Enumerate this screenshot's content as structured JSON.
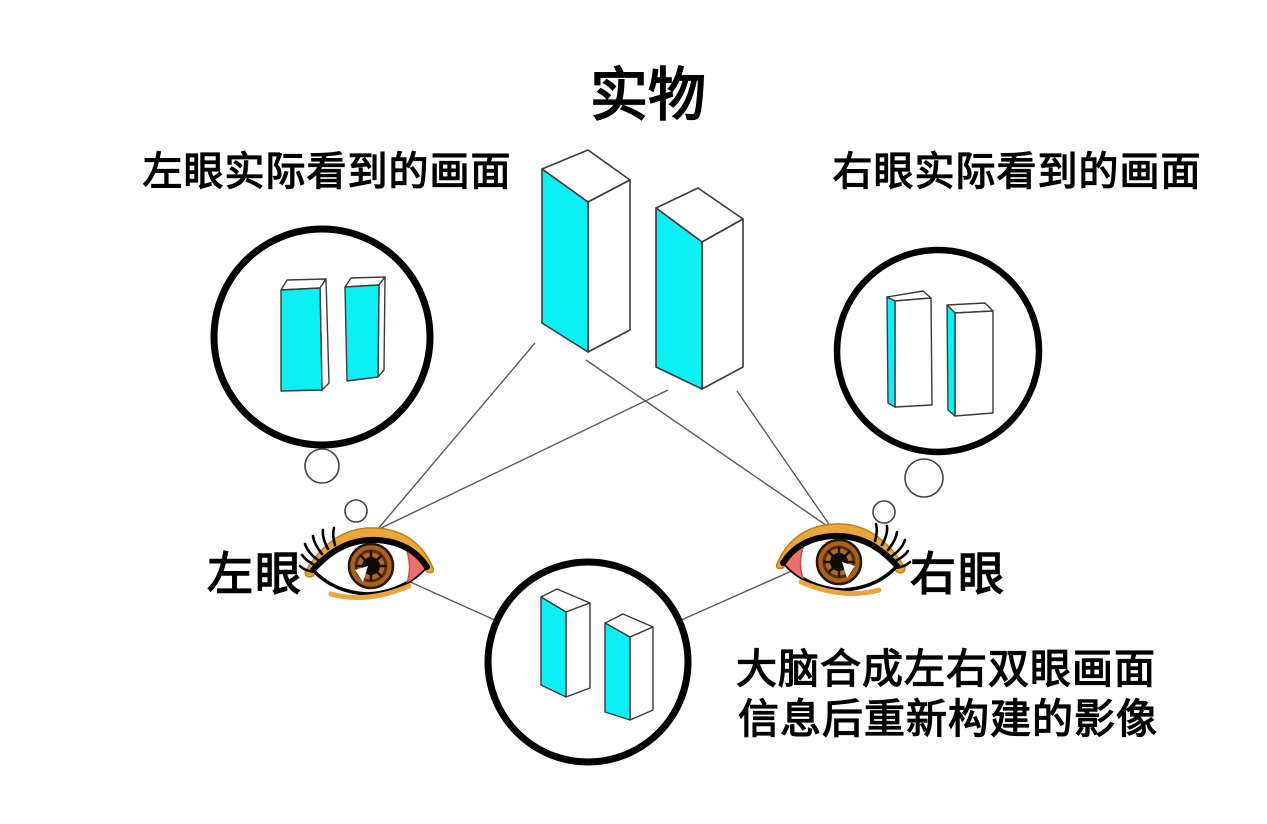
{
  "title": "实物",
  "captions": {
    "left_view": "左眼实际看到的画面",
    "right_view": "右眼实际看到的画面",
    "brain_line1": "大脑合成左右双眼画面",
    "brain_line2": "信息后重新构建的影像"
  },
  "labels": {
    "left_eye": "左眼",
    "right_eye": "右眼"
  },
  "colors": {
    "object_face_cyan": "#0CEFF5",
    "outline_dark": "#3a3a3a",
    "circle_stroke": "#000000",
    "ray_line": "#5a5a5a",
    "eye_gold": "#E9A63C",
    "eye_gold_dark": "#D18A1F",
    "eye_pink": "#ED7070",
    "iris_brown": "#A8621F",
    "iris_ring": "#5a2d08",
    "pupil_black": "#120a02"
  }
}
